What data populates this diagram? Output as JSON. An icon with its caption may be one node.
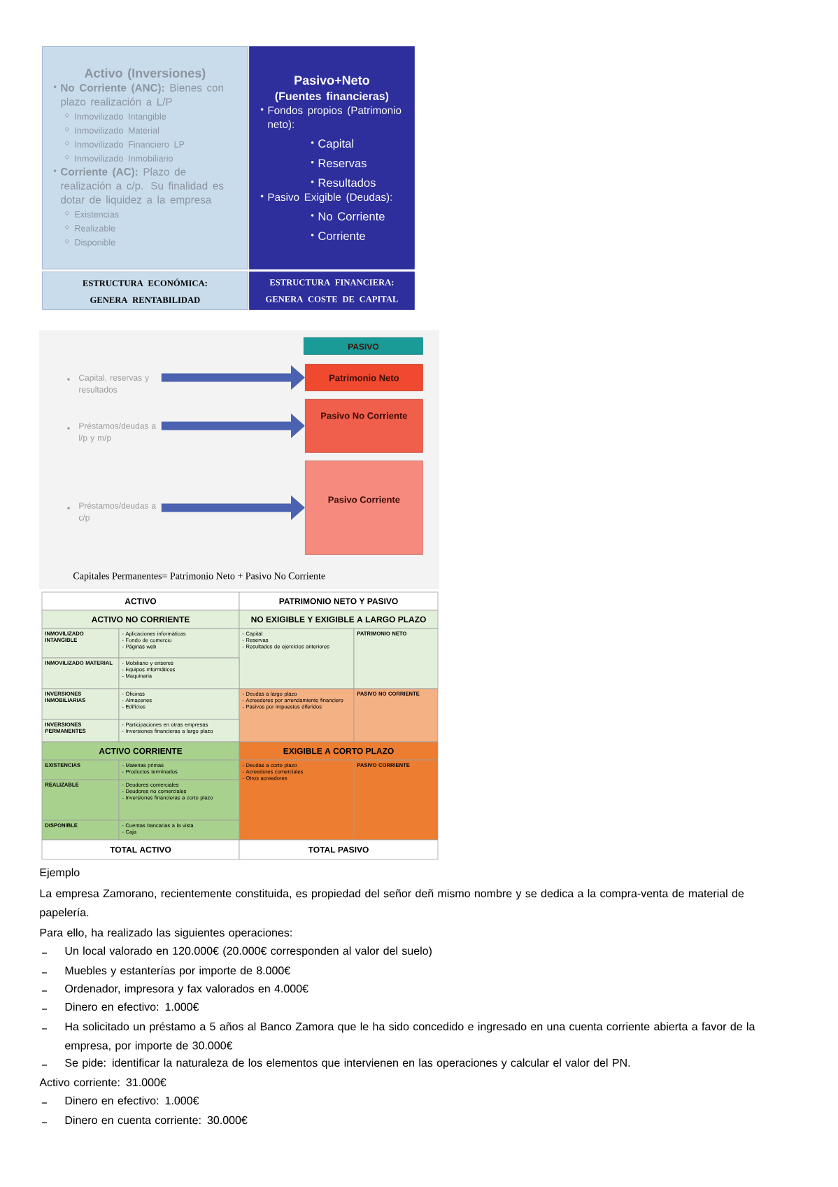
{
  "diagram": {
    "nodes": [
      {
        "text": [
          "Activo (Inversiones)",
          "**No Corriente (ANC):** Bienes con plazo realización a L/P",
          "Inmovilizado Intangible",
          "Inmovilizado Material",
          "Inmovilizado Financiero LP",
          "Inmovilizado Inmobiliario",
          "**Corriente (AC):** Plazo de realización a c/p. Su finalidad es dotar de liquidez a la empresa",
          "Existencias",
          "Realizable",
          "Disponible"
        ]
      },
      {
        "text": [
          "Pasivo+Neto",
          "(Fuentes financieras)",
          "Fondos propios (Patrimonio neto):",
          "Capital",
          "Reservas",
          "Resultados",
          "Pasivo Exigible (Deudas):",
          "No Corriente",
          "Corriente"
        ]
      },
      {
        "text": [
          "ESTRUCTURA ECONÓMICA: GENERA RENTABILIDAD"
        ]
      },
      {
        "text": [
          "ESTRUCTURA FINANCIERA: GENERA COSTE DE CAPITAL"
        ]
      },
      {
        "text": [
          "PASIVO"
        ]
      },
      {
        "text": [
          "Capital, reservas y resultados"
        ]
      },
      {
        "text": [
          "Patrimonio Neto"
        ]
      },
      {
        "text": [
          "Préstamos/deudas a l/p y m/p"
        ]
      },
      {
        "text": [
          "Pasivo No Corriente"
        ]
      },
      {
        "text": [
          "Préstamos/deudas a c/p"
        ]
      },
      {
        "text": [
          "Pasivo Corriente"
        ]
      }
    ],
    "edges": [
      {
        "from": 5,
        "to": 6,
        "arrow": "to"
      },
      {
        "from": 7,
        "to": 8,
        "arrow": "to"
      },
      {
        "from": 9,
        "to": 10,
        "arrow": "to"
      }
    ],
    "labels": [
      "Capitales Permanentes= Patrimonio Neto + Pasivo No Corriente",
      "ACTIVO",
      "PATRIMONIO NETO Y PASIVO",
      "ACTIVO NO CORRIENTE",
      "NO EXIGIBLE Y EXIGIBLE A LARGO PLAZO",
      "INMOVILIZADO INTANGIBLE",
      "- Aplicaciones informáticas",
      "- Fondo de comercio",
      "- Páginas web",
      "- Capital",
      "- Reservas",
      "- Resultados de ejercicios anteriores",
      "PATRIMONIO NETO",
      "INMOVILIZADO MATERIAL",
      "- Mobiliario y enseres",
      "- Equipos informáticos",
      "- Maquinaria",
      "INVERSIONES INMOBILIARIAS",
      "- Oficinas",
      "- Almacenes",
      "- Edificios",
      "- Deudas a largo plazo",
      "- Acreedores por arrendamiento financiero",
      "- Pasivos por impuestos diferidos",
      "PASIVO NO CORRIENTE",
      "INVERSIONES PERMANENTES",
      "- Participaciones en otras empresas",
      "- Inversiones financieras a largo plazo",
      "ACTIVO CORRIENTE",
      "EXIGIBLE A CORTO PLAZO",
      "EXISTENCIAS",
      "- Materias primas",
      "- Productos terminados",
      "- Deudas a corto plazo",
      "- Acreedores comerciales",
      "- Otros acreedores",
      "PASIVO CORRIENTE",
      "REALIZABLE",
      "- Deudores comerciales",
      "- Deudores no comerciales",
      "- Inversiones financieras a corto plazo",
      "DISPONIBLE",
      "- Cuentas bancarias a la vista",
      "- Caja",
      "TOTAL ACTIVO",
      "TOTAL PASIVO",
      "Ejemplo",
      "La empresa Zamorano, recientemente constituida, es propiedad del señor deñ mismo nombre y se dedica a la compra-venta de material de papelería.",
      "Para ello, ha realizado las siguientes operaciones:",
      "Un local valorado en 120.000€ (20.000€ corresponden al valor del suelo)",
      "Muebles y estanterías por importe de 8.000€",
      "Ordenador, impresora y fax valorados en 4.000€",
      "Dinero en efectivo: 1.000€",
      "Ha solicitado un préstamo a 5 años al Banco Zamora que le ha sido concedido e ingresado en una cuenta corriente abierta a favor de la empresa, por importe de 30.000€",
      "Se pide: identificar la naturaleza de los elementos que intervienen en las operaciones y calcular el valor del PN.",
      "Activo corriente: 31.000€",
      "Dinero en efectivo: 1.000€",
      "Dinero en cuenta corriente: 30.000€"
    ]
  }
}
